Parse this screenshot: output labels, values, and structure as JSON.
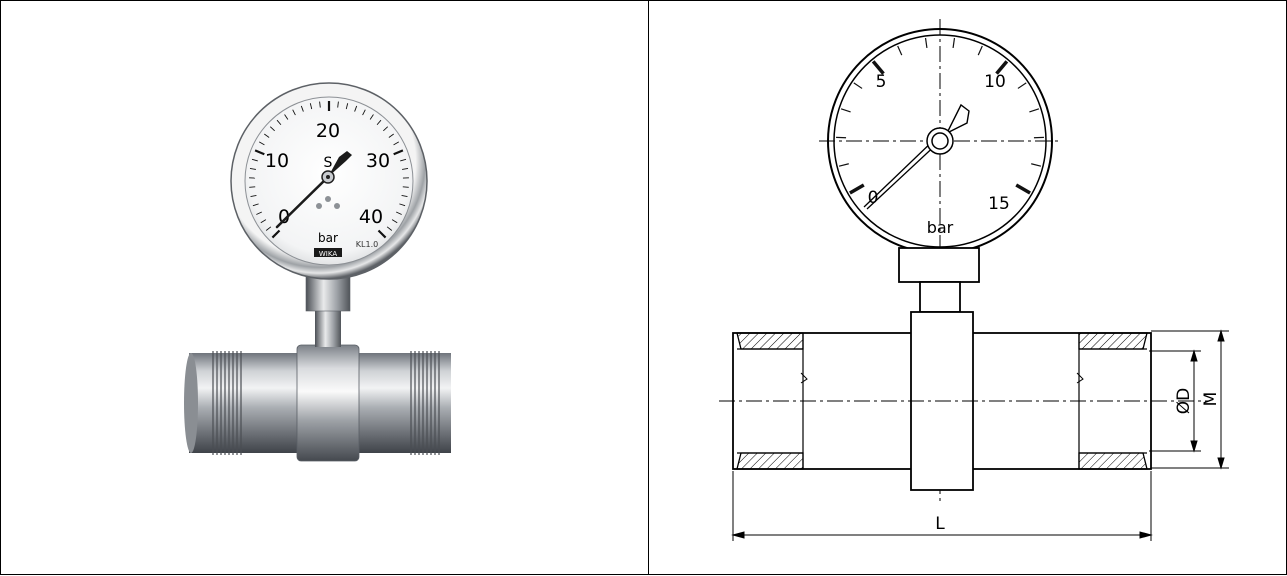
{
  "photo": {
    "gauge_numbers": [
      "0",
      "10",
      "20",
      "30",
      "40"
    ],
    "unit": "bar",
    "dial_mark": "S",
    "class_mark": "KL1.0",
    "brand": "WIKA"
  },
  "drawing": {
    "gauge_numbers": [
      "0",
      "5",
      "10",
      "15"
    ],
    "unit": "bar",
    "dimensions": {
      "diameter": "ØD",
      "thread": "M",
      "length": "L"
    }
  },
  "colors": {
    "steel_dark": "#5a5f66",
    "steel_light": "#e6e8ea",
    "pointer": "#1b1b1b",
    "hatch": "#000000"
  }
}
